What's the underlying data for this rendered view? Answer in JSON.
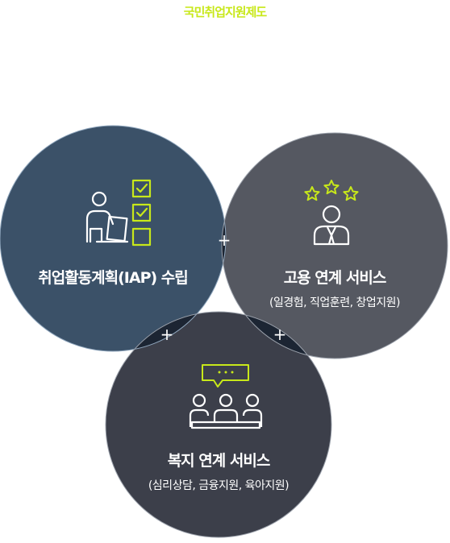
{
  "title": "국민취업지원제도",
  "circles": [
    {
      "main": "취업활동계획(IAP) 수립",
      "sub": "",
      "icon": "person-checklist-icon",
      "color": "#3b5168"
    },
    {
      "main": "고용 연계 서비스",
      "sub": "(일경험, 직업훈련, 창업지원)",
      "icon": "person-stars-icon",
      "color": "#555861"
    },
    {
      "main": "복지 연계 서비스",
      "sub": "(심리상담, 금융지원, 육아지원)",
      "icon": "group-chat-icon",
      "color": "#3c3f4a"
    }
  ],
  "plus_symbol": "+",
  "colors": {
    "accent": "#c8e81a",
    "overlap": "#1c2533",
    "text": "#ffffff"
  }
}
